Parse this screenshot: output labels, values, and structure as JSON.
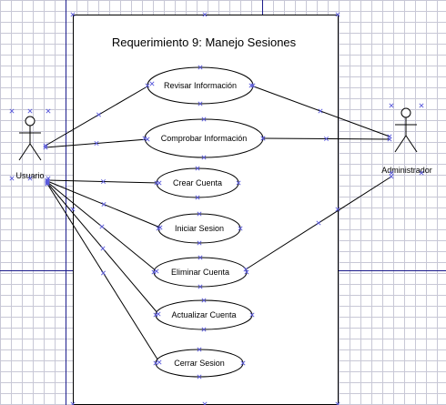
{
  "diagram": {
    "title": "Requerimiento 9: Manejo Sesiones",
    "actors": [
      {
        "id": "usuario",
        "label": "Usuario"
      },
      {
        "id": "administrador",
        "label": "Administrador"
      }
    ],
    "use_cases": [
      {
        "id": "revisar",
        "label": "Revisar Información"
      },
      {
        "id": "comprobar",
        "label": "Comprobar Información"
      },
      {
        "id": "crear",
        "label": "Crear Cuenta"
      },
      {
        "id": "iniciar",
        "label": "Iniciar Sesion"
      },
      {
        "id": "eliminar",
        "label": "Eliminar Cuenta"
      },
      {
        "id": "actualizar",
        "label": "Actualizar Cuenta"
      },
      {
        "id": "cerrar",
        "label": "Cerrar Sesion"
      }
    ],
    "associations": [
      [
        "usuario",
        "revisar"
      ],
      [
        "usuario",
        "comprobar"
      ],
      [
        "usuario",
        "crear"
      ],
      [
        "usuario",
        "iniciar"
      ],
      [
        "usuario",
        "eliminar"
      ],
      [
        "usuario",
        "actualizar"
      ],
      [
        "usuario",
        "cerrar"
      ],
      [
        "administrador",
        "revisar"
      ],
      [
        "administrador",
        "comprobar"
      ],
      [
        "administrador",
        "eliminar"
      ]
    ],
    "colors": {
      "page_lines": "#1c1c8c",
      "selection_handles": "#5a5adc",
      "grid": "#c8c8d6"
    }
  }
}
